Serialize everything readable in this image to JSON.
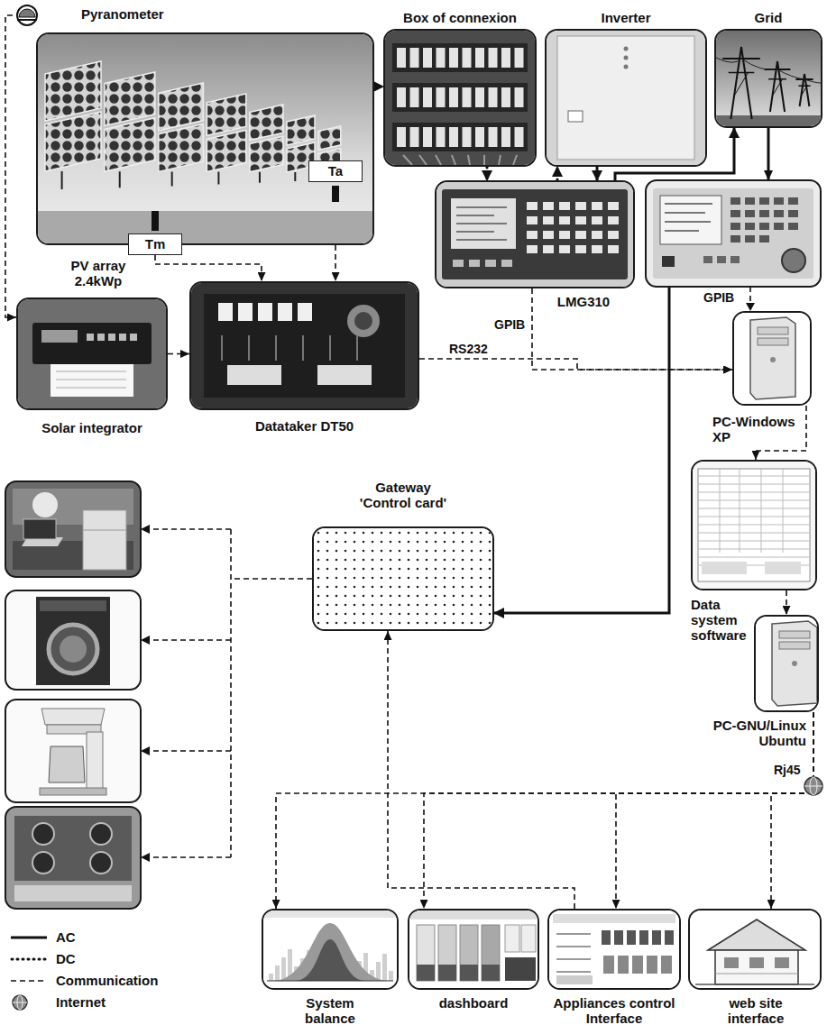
{
  "diagram": {
    "nodes": [
      {
        "text": [
          "Pyranometer"
        ]
      },
      {
        "text": [
          "PV array 2.4kWp"
        ]
      },
      {
        "text": [
          "Tm"
        ],
        "in": 1
      },
      {
        "text": [
          "Ta"
        ],
        "in": 1
      },
      {
        "text": [
          "Box of connexion"
        ]
      },
      {
        "text": [
          "Inverter"
        ]
      },
      {
        "text": [
          "Grid"
        ]
      },
      {
        "text": [
          "LMG310"
        ]
      },
      {
        "text": [
          "Solar integrator"
        ]
      },
      {
        "text": [
          "Datataker DT50"
        ]
      },
      {
        "text": [
          "PC-Windows XP"
        ]
      },
      {
        "text": [
          "Data system software"
        ]
      },
      {
        "text": [
          "PC-GNU/Linux Ubuntu"
        ]
      },
      {
        "text": [
          "Gateway 'Control card'"
        ]
      },
      {
        "text": [
          "System balance"
        ]
      },
      {
        "text": [
          "dashboard"
        ]
      },
      {
        "text": [
          "Appliances control Interface"
        ]
      },
      {
        "text": [
          "web site interface"
        ]
      }
    ],
    "edges": [
      {
        "from": 0,
        "to": 8,
        "arrow": "to"
      },
      {
        "from": 8,
        "to": 9,
        "arrow": "to"
      },
      {
        "from": 2,
        "to": 9,
        "arrow": "to"
      },
      {
        "from": 3,
        "to": 9,
        "arrow": "to"
      },
      {
        "from": 1,
        "to": 4,
        "arrow": "to"
      },
      {
        "from": 4,
        "to": 7,
        "arrow": "to"
      },
      {
        "from": 7,
        "to": 5,
        "arrow": "to"
      },
      {
        "from": 5,
        "to": 7,
        "arrow": "to"
      },
      {
        "from": 7,
        "to": 6,
        "arrow": "to"
      },
      {
        "from": 6,
        "to": 13,
        "arrow": "to"
      },
      {
        "from": 9,
        "to": 10,
        "label": "RS232",
        "arrow": "to"
      },
      {
        "from": 7,
        "to": 10,
        "label": "GPIB",
        "arrow": "to"
      },
      {
        "from": 10,
        "to": 11,
        "arrow": "to"
      },
      {
        "from": 11,
        "to": 12,
        "arrow": "to"
      },
      {
        "from": 12,
        "to": 14,
        "arrow": "to"
      },
      {
        "from": 12,
        "to": 15,
        "arrow": "to"
      },
      {
        "from": 12,
        "to": 16,
        "arrow": "to"
      },
      {
        "from": 12,
        "to": 17,
        "arrow": "to"
      },
      {
        "from": 16,
        "to": 13,
        "arrow": "to"
      }
    ],
    "labels": [
      "GPIB",
      "Rj45"
    ],
    "legend": [
      {
        "text": "AC"
      },
      {
        "text": "DC"
      },
      {
        "text": "Communication"
      },
      {
        "text": "Internet"
      }
    ]
  }
}
